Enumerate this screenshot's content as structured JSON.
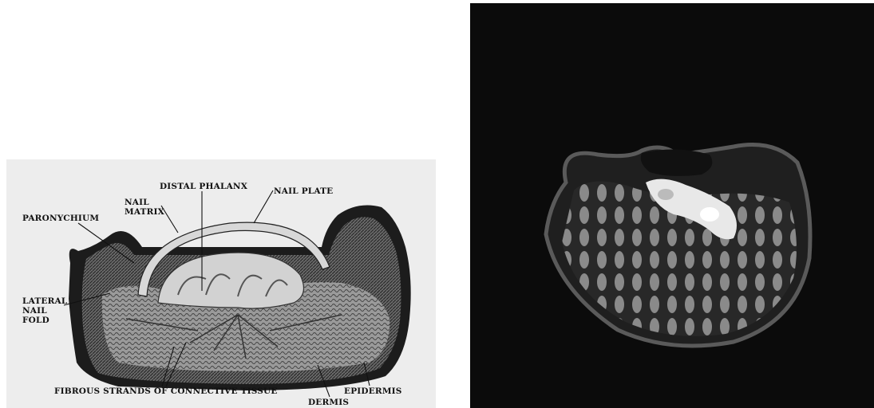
{
  "left_figure": {
    "labels": {
      "distal_phalanx": "DISTAL PHALANX",
      "nail_plate": "NAIL PLATE",
      "nail_matrix_line1": "NAIL",
      "nail_matrix_line2": "MATRIX",
      "paronychium": "PARONYCHIUM",
      "lateral_nail_fold_line1": "LATERAL",
      "lateral_nail_fold_line2": "NAIL",
      "lateral_nail_fold_line3": "FOLD",
      "fibrous_strands": "FIBROUS STRANDS OF CONNECTIVE TISSUE",
      "epidermis": "EPIDERMIS",
      "dermis": "DERMIS"
    }
  },
  "right_figure": {}
}
